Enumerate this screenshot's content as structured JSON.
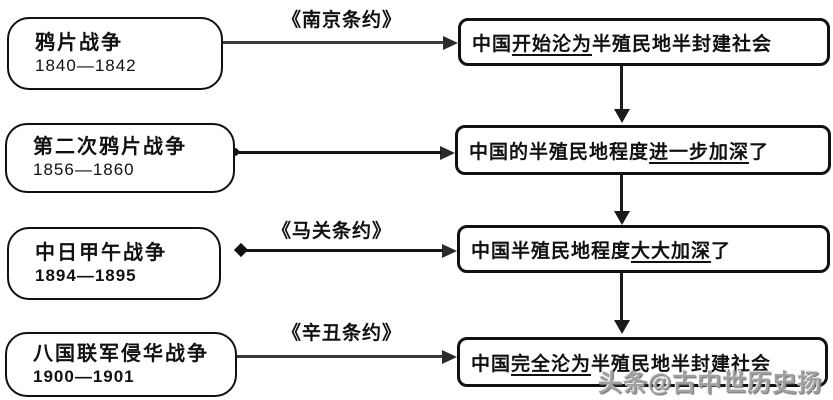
{
  "diagram": {
    "rows": [
      {
        "war": {
          "title": "鸦片战争",
          "years": "1840—1842"
        },
        "treaty": "《南京条约》",
        "result": {
          "pre": "中国",
          "emph": "开始沦为",
          "post": "半殖民地半封建社会"
        }
      },
      {
        "war": {
          "title": "第二次鸦片战争",
          "years": "1856—1860"
        },
        "treaty": "",
        "result": {
          "pre": "中国的半殖民地程度",
          "emph": "进一步加深",
          "post": "了"
        }
      },
      {
        "war": {
          "title": "中日甲午战争",
          "years": "1894—1895"
        },
        "treaty": "《马关条约》",
        "result": {
          "pre": "中国半殖民地程度",
          "emph": "大大加深",
          "post": "了"
        }
      },
      {
        "war": {
          "title": "八国联军侵华战争",
          "years": "1900—1901"
        },
        "treaty": "《辛丑条约》",
        "result": {
          "pre": "中国",
          "emph": "完全沦为",
          "post": "半殖民地半封建社会"
        }
      }
    ],
    "watermark": "头条@古中世历史扬",
    "colors": {
      "ink": "#111111",
      "arrow": "#3a3a3a",
      "watermark": "#a0a0a0",
      "background": "#ffffff"
    }
  }
}
